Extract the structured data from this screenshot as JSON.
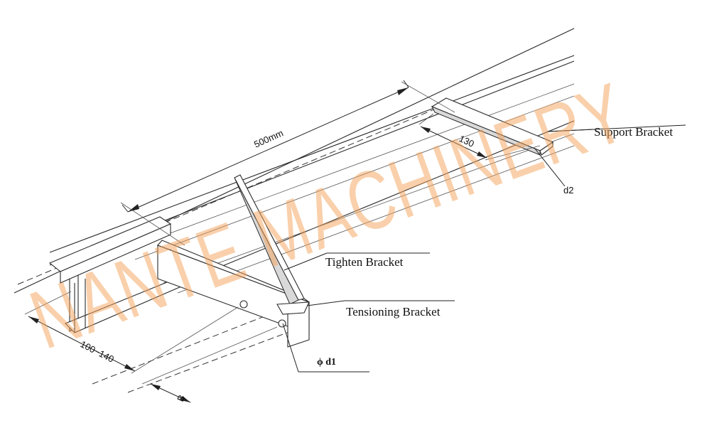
{
  "labels": {
    "support_bracket": "Support Bracket",
    "tighten_bracket": "Tighten Bracket",
    "tensioning_bracket": "Tensioning Bracket",
    "diameter_d1": "ϕ d1",
    "d2": "d2"
  },
  "dimensions": {
    "length_500": "500mm",
    "spacing_130": "130",
    "width_range": "100~140",
    "b": "B"
  },
  "watermark": "NANTE MACHINERY",
  "colors": {
    "line": "#2a2a2a",
    "watermark": "#f4a35a"
  }
}
